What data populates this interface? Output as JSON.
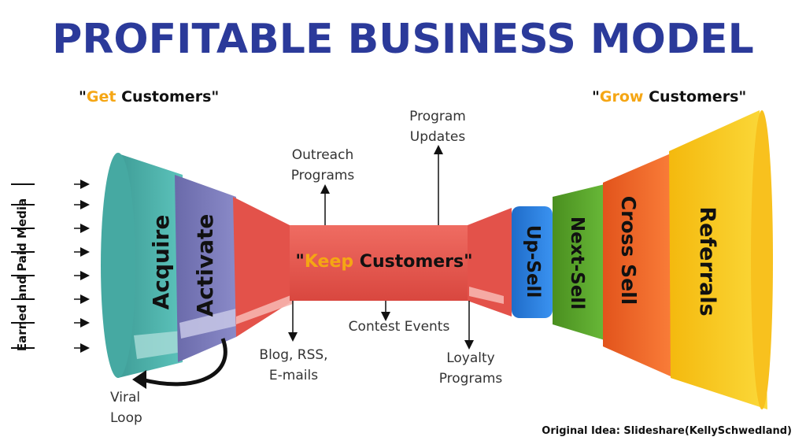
{
  "title": "PROFITABLE BUSINESS MODEL",
  "get_header": {
    "open_quote": "\"",
    "accent": "Get",
    "rest": " Customers\""
  },
  "grow_header": {
    "open_quote": "\"",
    "accent": "Grow",
    "rest": " Customers\""
  },
  "keep_header": {
    "open_quote": "\"",
    "accent": "Keep",
    "rest": " Customers\""
  },
  "side_label": "Earned and Paid Media",
  "segments": {
    "acquire": "Acquire",
    "activate": "Activate",
    "upsell": "Up-Sell",
    "nextsell": "Next-Sell",
    "crosssell": "Cross Sell",
    "referrals": "Referrals"
  },
  "labels": {
    "outreach_1": "Outreach",
    "outreach_2": "Programs",
    "program_1": "Program",
    "program_2": "Updates",
    "blog_1": "Blog, RSS,",
    "blog_2": "E-mails",
    "contest": "Contest Events",
    "loyalty_1": "Loyalty",
    "loyalty_2": "Programs",
    "viral_1": "Viral",
    "viral_2": "Loop"
  },
  "credit": "Original Idea: Slideshare(KellySchwedland)",
  "colors": {
    "title": "#2b3a9a",
    "accent": "#f5a614",
    "acquire": "#4fb5ae",
    "activate": "#7f7fc0",
    "keep": "#e8574f",
    "upsell": "#2a7fe0",
    "nextsell": "#5aa52a",
    "crosssell": "#f2682a",
    "referrals": "#f6c419"
  }
}
